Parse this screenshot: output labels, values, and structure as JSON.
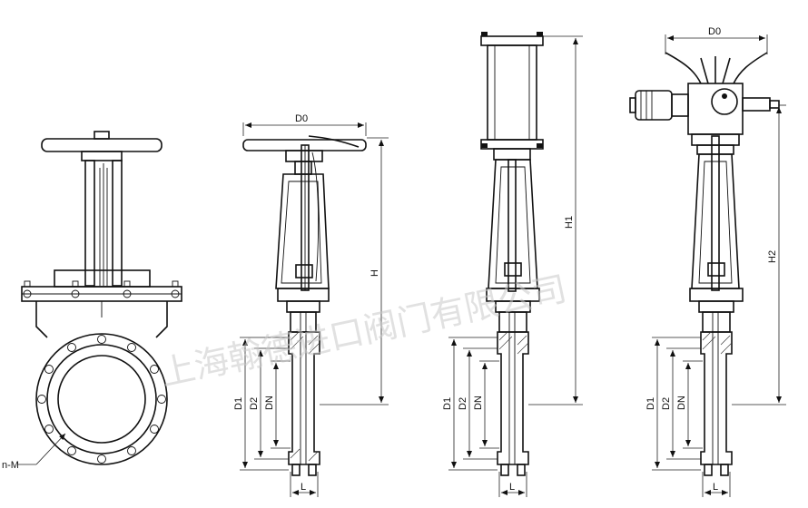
{
  "drawing": {
    "labels": {
      "d0": "D0",
      "h": "H",
      "h1": "H1",
      "h2": "H2",
      "d1": "D1",
      "d2": "D2",
      "dn": "DN",
      "l": "L",
      "nm": "n-M"
    },
    "watermark": "上海翰德进口阀门有限公司"
  }
}
